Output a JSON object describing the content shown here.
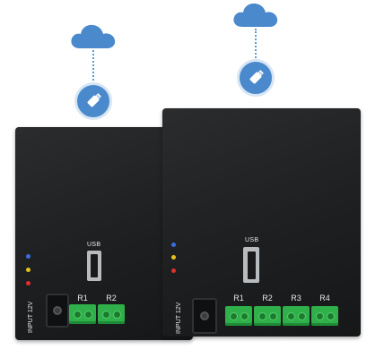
{
  "devices": {
    "back": {
      "usb_label": "USB",
      "input_label": "INPUT 12V",
      "relays": [
        "R1",
        "R2"
      ]
    },
    "front": {
      "usb_label": "USB",
      "input_label": "INPUT 12V",
      "relays": [
        "R1",
        "R2",
        "R3",
        "R4"
      ]
    }
  },
  "icons": {
    "cloud": "cloud-icon",
    "usb": "usb-drive-icon"
  },
  "colors": {
    "cloud": "#4a89cc",
    "relay_terminal": "#2fb04a",
    "led_blue": "#3b6fe0",
    "led_yellow": "#e8c21a",
    "led_red": "#e0302a"
  }
}
